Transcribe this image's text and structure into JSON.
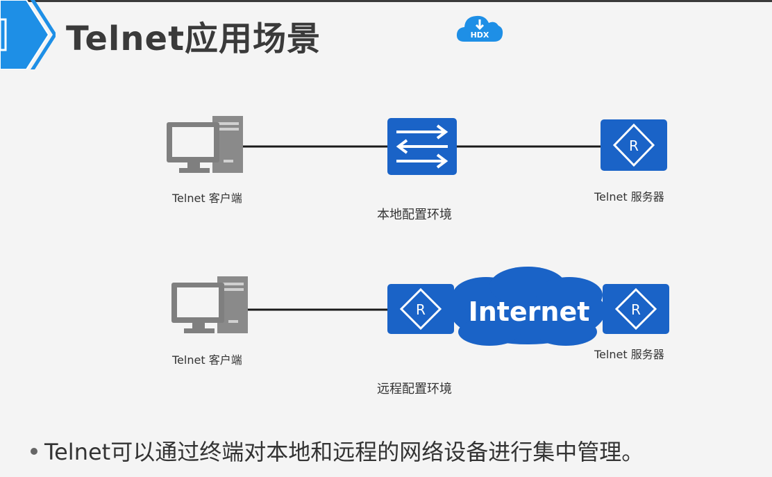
{
  "header": {
    "title": "Telnet应用场景",
    "badge_text": "HDX"
  },
  "scenarios": {
    "local": {
      "client_label": "Telnet 客户端",
      "server_label": "Telnet 服务器",
      "caption": "本地配置环境",
      "device": "switch-icon"
    },
    "remote": {
      "client_label": "Telnet 客户端",
      "server_label": "Telnet 服务器",
      "caption": "远程配置环境",
      "cloud_label": "Internet",
      "router_letter": "R"
    }
  },
  "bullet": {
    "text": "Telnet可以通过终端对本地和远程的网络设备进行集中管理。"
  },
  "colors": {
    "device_blue": "#1a63c7",
    "pc_gray": "#808080",
    "link": "#1a1a1a",
    "accent": "#1e8fe6"
  }
}
